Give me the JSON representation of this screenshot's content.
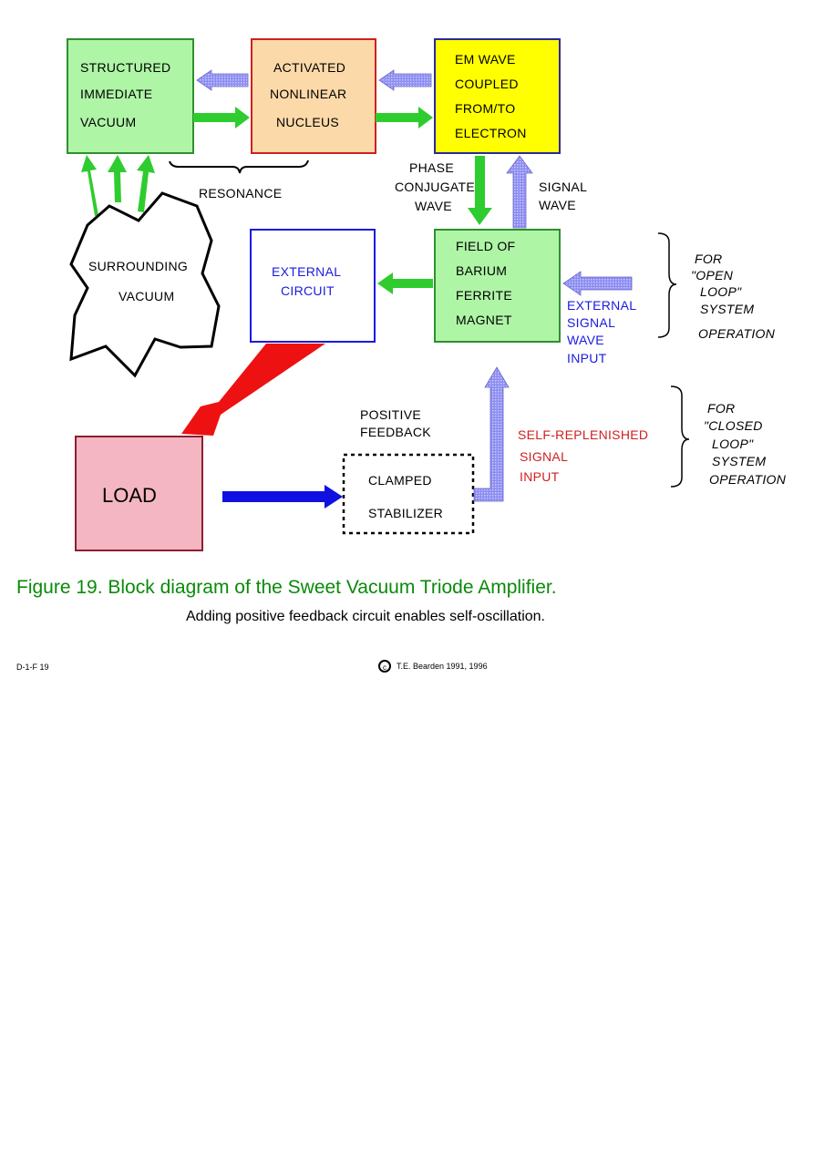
{
  "blocks": {
    "structured_vacuum": [
      "STRUCTURED",
      "IMMEDIATE",
      "VACUUM"
    ],
    "activated_nucleus": [
      "ACTIVATED",
      "NONLINEAR",
      "NUCLEUS"
    ],
    "em_wave": [
      "EM WAVE",
      "COUPLED",
      "FROM/TO",
      "ELECTRON"
    ],
    "surrounding_vacuum": [
      "SURROUNDING",
      "VACUUM"
    ],
    "external_circuit": [
      "EXTERNAL",
      "CIRCUIT"
    ],
    "barium_ferrite": [
      "FIELD OF",
      "BARIUM",
      "FERRITE",
      "MAGNET"
    ],
    "load": "LOAD",
    "clamped_stabilizer": [
      "CLAMPED",
      "STABILIZER"
    ]
  },
  "labels": {
    "resonance": "RESONANCE",
    "phase_conjugate": [
      "PHASE",
      "CONJUGATE",
      "WAVE"
    ],
    "signal_wave": [
      "SIGNAL",
      "WAVE"
    ],
    "external_signal_input": [
      "EXTERNAL",
      "SIGNAL",
      "WAVE",
      "INPUT"
    ],
    "positive_feedback": [
      "POSITIVE",
      "FEEDBACK"
    ],
    "self_replenished": [
      "SELF-REPLENISHED",
      "SIGNAL",
      "INPUT"
    ],
    "open_loop": [
      "FOR",
      "\"OPEN",
      "LOOP\"",
      "SYSTEM",
      "OPERATION"
    ],
    "closed_loop": [
      "FOR",
      "\"CLOSED",
      "LOOP\"",
      "SYSTEM",
      "OPERATION"
    ]
  },
  "caption": {
    "title": "Figure  19.  Block diagram of the Sweet Vacuum Triode Amplifier.",
    "subtitle": "Adding positive feedback circuit enables self-oscillation."
  },
  "footer": {
    "left": "D-1-F 19",
    "copyright_symbol": "c",
    "right": "T.E. Bearden   1991, 1996"
  },
  "colors": {
    "green_block": "#aef5a6",
    "green_border": "#2f8f2f",
    "peach_block": "#fcd9a8",
    "peach_border": "#cc2222",
    "yellow_block": "#ffff00",
    "yellow_border": "#2a2a9a",
    "load_block": "#f4b6c2",
    "green_arrow": "#2ecc2e",
    "blue_arrow": "#8c8cf0",
    "red_arrow": "#ee1111",
    "dark_blue_arrow": "#1010e0",
    "caption_green": "#0a8a0a"
  }
}
